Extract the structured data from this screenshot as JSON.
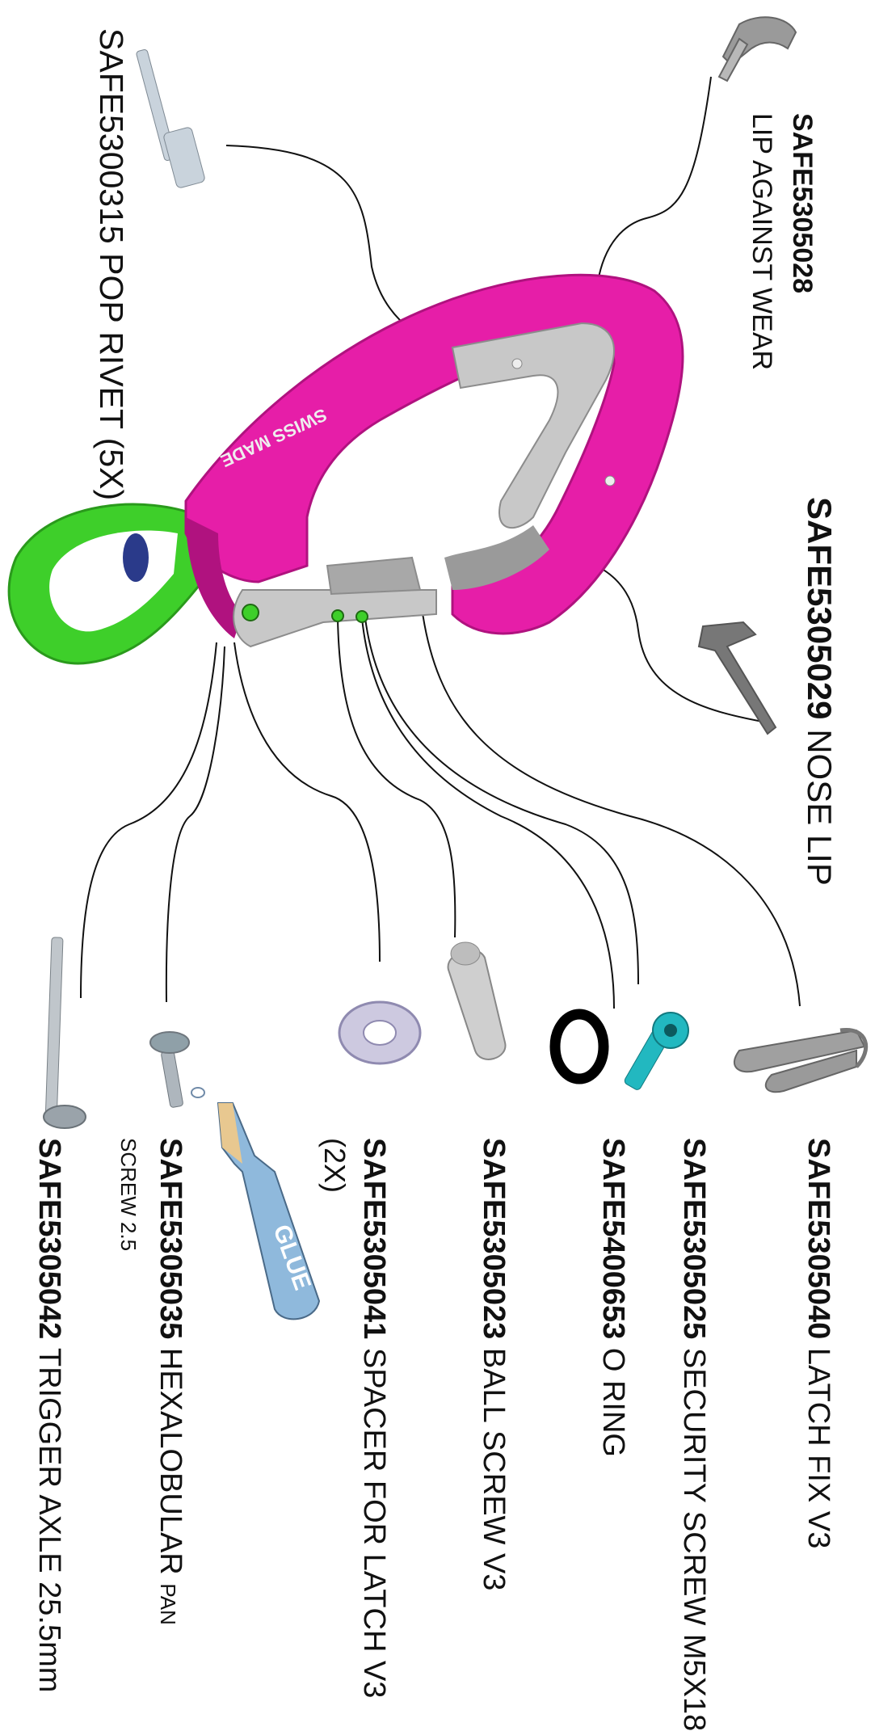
{
  "colors": {
    "body": "#e61ea8",
    "body_dark": "#b0127f",
    "swivel": "#3ecf2a",
    "steel": "#c8c8c8",
    "steel_dark": "#8c8c8c",
    "screw": "#22b8c0",
    "ring": "#000000",
    "glue_tube": "#8fb9dc",
    "glue_nozzle": "#e8c890"
  },
  "body_text": "SWISS MADE",
  "glue_text": "GLUE",
  "parts": [
    {
      "id": "lip_against_wear",
      "code": "SAFE5305028",
      "name": "LIP AGAINST WEAR",
      "icon": "lip-part-icon"
    },
    {
      "id": "nose_lip",
      "code": "SAFE5305029",
      "name": "NOSE LIP",
      "icon": "nose-lip-part-icon"
    },
    {
      "id": "pop_rivet",
      "code": "",
      "name": "SAFE5300315 POP RIVET (5X)",
      "icon": "rivet-part-icon"
    },
    {
      "id": "latch_fix",
      "code": "SAFE5305040",
      "name": "LATCH FIX V3",
      "icon": "latch-fix-part-icon"
    },
    {
      "id": "security_screw",
      "code": "SAFE5305025",
      "name": "SECURITY SCREW M5X18",
      "icon": "security-screw-part-icon"
    },
    {
      "id": "o_ring",
      "code": "SAFE5400653",
      "name": "O RING",
      "icon": "o-ring-part-icon"
    },
    {
      "id": "ball_screw",
      "code": "SAFE5305023",
      "name": "BALL SCREW V3",
      "icon": "ball-screw-part-icon"
    },
    {
      "id": "spacer",
      "code": "SAFE5305041",
      "name": "SPACER FOR LATCH V3",
      "extra": "(2X)",
      "icon": "spacer-part-icon"
    },
    {
      "id": "hexalobular",
      "code": "SAFE5305035",
      "name": "HEXALOBULAR",
      "extra": "PAN",
      "line2": "SCREW 2.5",
      "icon": "hexalobular-screw-part-icon"
    },
    {
      "id": "trigger_axle",
      "code": "SAFE5305042",
      "name": "TRIGGER AXLE 25.5mm",
      "icon": "trigger-axle-part-icon"
    }
  ]
}
